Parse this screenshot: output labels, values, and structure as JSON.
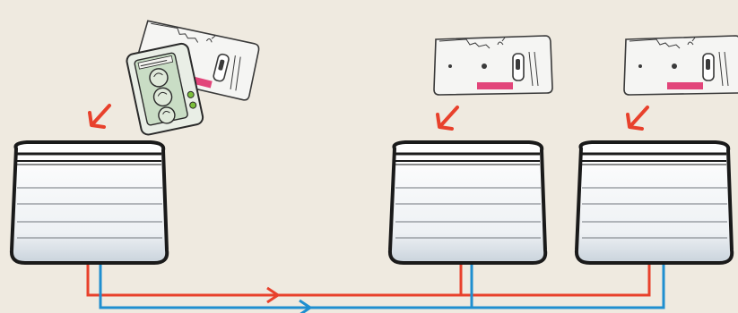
{
  "colors": {
    "background": "#efeae0",
    "flow_pipe": "#e8412c",
    "return_pipe": "#1f8fd0",
    "arrow": "#e8412c",
    "radiator_body": "#f7f8fa",
    "radiator_shade": "#c9d3dc",
    "outline": "#1a1a1a",
    "module_body": "#f5f5f3",
    "led_strip": "#e2457a",
    "controller_screen": "#c9ddc5",
    "controller_body": "#e9eee6",
    "controller_led": "#7bbf3a"
  },
  "controller": {
    "label": "",
    "dials": 3
  },
  "radiators": [
    {
      "id": "radiator-1",
      "module": "wall-programmer-with-receiver"
    },
    {
      "id": "radiator-2",
      "module": "receiver-module"
    },
    {
      "id": "radiator-3",
      "module": "receiver-module"
    }
  ],
  "pipes": {
    "flow_direction": "right",
    "return_direction": "right"
  }
}
